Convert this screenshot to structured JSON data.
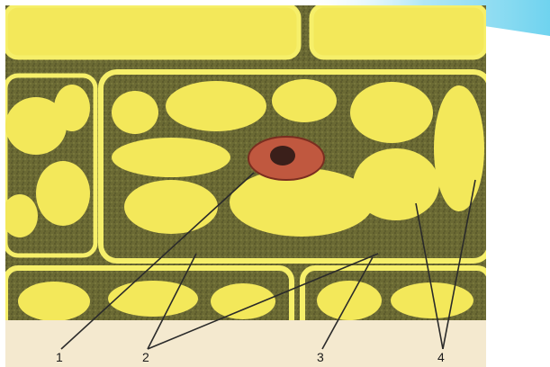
{
  "figure": {
    "labels": [
      {
        "id": "label-1",
        "text": "1"
      },
      {
        "id": "label-2",
        "text": "2"
      },
      {
        "id": "label-3",
        "text": "3"
      },
      {
        "id": "label-4",
        "text": "4"
      }
    ]
  },
  "colors": {
    "background": "#ffffff",
    "slide_accent": "#6fd3ef",
    "paper": "#f4e9cf",
    "cytoplasm_dark": "#5b5a2e",
    "vacuole_yellow": "#f3e85a",
    "cell_wall": "#f6ef6a",
    "nucleus": "#c0583f",
    "nucleolus": "#3a1f1a"
  }
}
